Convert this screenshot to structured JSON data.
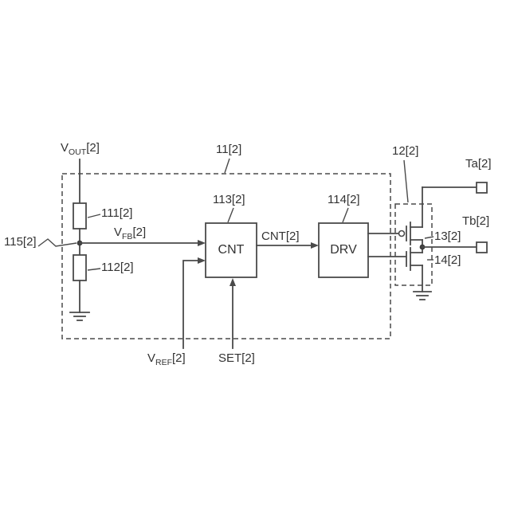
{
  "labels": {
    "vout": {
      "base": "V",
      "sub": "OUT",
      "suffix": "[2]"
    },
    "vfb": {
      "base": "V",
      "sub": "FB",
      "suffix": "[2]"
    },
    "vref": {
      "base": "V",
      "sub": "REF",
      "suffix": "[2]"
    },
    "set": "SET[2]",
    "cnt_signal": "CNT[2]",
    "block_main": "11[2]",
    "block_output": "12[2]",
    "res_top": "111[2]",
    "res_bottom": "112[2]",
    "cnt_block_ref": "113[2]",
    "drv_block_ref": "114[2]",
    "node_ref": "115[2]",
    "fet_top": "13[2]",
    "fet_bottom": "14[2]",
    "terminal_a": "Ta[2]",
    "terminal_b": "Tb[2]",
    "cnt_box": "CNT",
    "drv_box": "DRV"
  },
  "colors": {
    "line": "#4a4a4a",
    "text": "#333333",
    "background": "#ffffff"
  }
}
